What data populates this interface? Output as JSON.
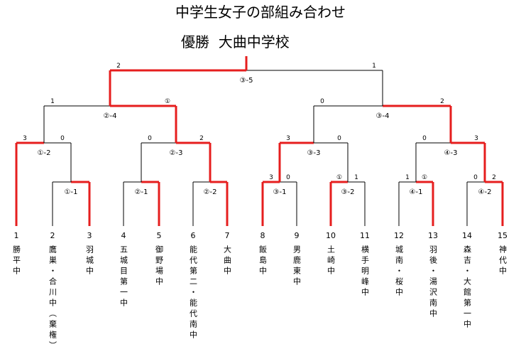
{
  "title": "中学生女子の部組み合わせ",
  "winner_label": "優勝",
  "winner_team": "大曲中学校",
  "teams": [
    {
      "num": "1",
      "name": "勝平中"
    },
    {
      "num": "2",
      "name": "鷹巣・合川中（棄権）"
    },
    {
      "num": "3",
      "name": "羽城中"
    },
    {
      "num": "4",
      "name": "五城目第一中"
    },
    {
      "num": "5",
      "name": "御野場中"
    },
    {
      "num": "6",
      "name": "能代第二・能代南中"
    },
    {
      "num": "7",
      "name": "大曲中"
    },
    {
      "num": "8",
      "name": "飯島中"
    },
    {
      "num": "9",
      "name": "男鹿東中"
    },
    {
      "num": "10",
      "name": "土崎中"
    },
    {
      "num": "11",
      "name": "横手明峰中"
    },
    {
      "num": "12",
      "name": "城南・桜中"
    },
    {
      "num": "13",
      "name": "羽後・湯沢南中"
    },
    {
      "num": "14",
      "name": "森吉・大館第一中"
    },
    {
      "num": "15",
      "name": "神代中"
    }
  ],
  "matches": [
    {
      "label": "①-1",
      "left_score": "",
      "right_score": ""
    },
    {
      "label": "②-1",
      "left_score": "",
      "right_score": ""
    },
    {
      "label": "②-2",
      "left_score": "",
      "right_score": ""
    },
    {
      "label": "③-1",
      "left_score": "3",
      "right_score": "0"
    },
    {
      "label": "③-2",
      "left_score": "①",
      "right_score": "1"
    },
    {
      "label": "④-1",
      "left_score": "1",
      "right_score": "①"
    },
    {
      "label": "④-2",
      "left_score": "0",
      "right_score": "2"
    },
    {
      "label": "①-2",
      "left_score": "3",
      "right_score": "0"
    },
    {
      "label": "②-3",
      "left_score": "0",
      "right_score": "2"
    },
    {
      "label": "③-3",
      "left_score": "3",
      "right_score": "0"
    },
    {
      "label": "④-3",
      "left_score": "0",
      "right_score": "3"
    },
    {
      "label": "②-4",
      "left_score": "1",
      "right_score": "①"
    },
    {
      "label": "③-4",
      "left_score": "0",
      "right_score": "2"
    },
    {
      "label": "③-5",
      "left_score": "2",
      "right_score": "1"
    }
  ]
}
